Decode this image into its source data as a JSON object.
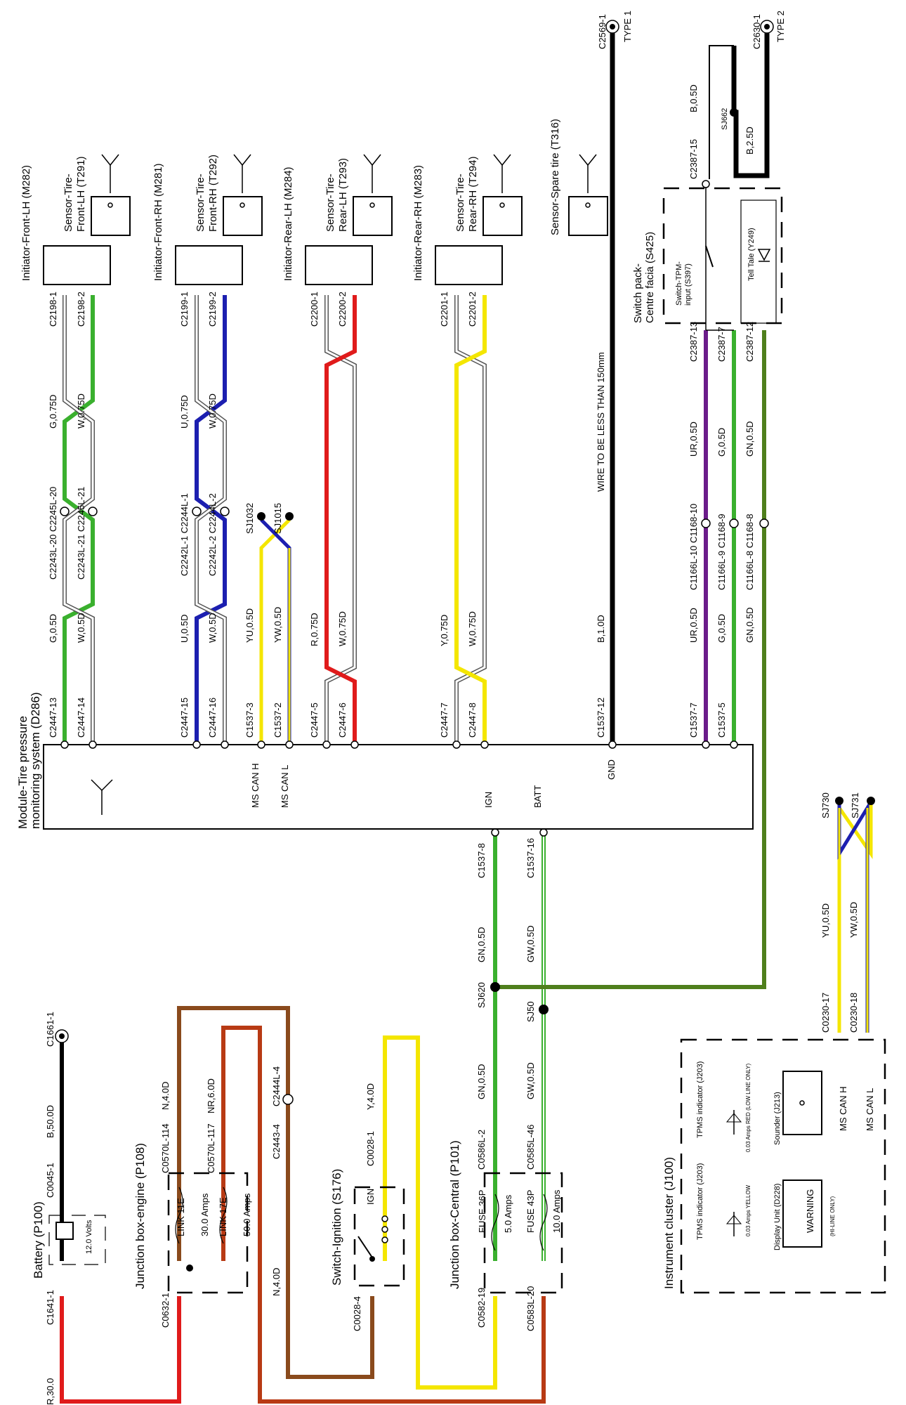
{
  "colors": {
    "red": "#e01b1b",
    "darkred": "#b83a14",
    "brown": "#8a4a1c",
    "yellow": "#f4e600",
    "green": "#3ab02e",
    "blue": "#1c1fb0",
    "purple": "#6b1c8a",
    "olive": "#4f7f1c",
    "black": "#000000",
    "white": "#ffffff"
  },
  "components": {
    "battery": "Battery (P100)",
    "battery_volts": "12.0 Volts",
    "junction_engine": "Junction box-engine (P108)",
    "link11": "LINK 11E",
    "link11_amps": "30.0 Amps",
    "link17": "LINK 17E",
    "link17_amps": "50.0 Amps",
    "ignition": "Switch-Ignition (S176)",
    "ign": "IGN",
    "junction_central": "Junction box-Central (P101)",
    "fuse36": "FUSE 36P",
    "fuse36_amps": "5.0 Amps",
    "fuse43": "FUSE 43P",
    "fuse43_amps": "10.0 Amps",
    "cluster": "Instrument cluster (J100)",
    "tpms_ind_y": "TPMS indicator (J203)",
    "tpms_ind_y_spec": "0.03 Amps YELLOW",
    "tpms_ind_r": "TPMS indicator (J203)",
    "tpms_ind_r_spec": "0.03 Amps RED (LOW LINE ONLY)",
    "display_unit": "Display Unit (D228)",
    "warning": "WARNING",
    "hi_line": "(HI-LINE ONLY)",
    "sounder": "Sounder (J213)",
    "ms_can_h": "MS CAN H",
    "ms_can_l": "MS CAN L",
    "module": "Module-Tire pressure monitoring system (D286)",
    "module_line1": "Module-Tire pressure",
    "module_line2": "monitoring system (D286)",
    "mod_ign": "IGN",
    "mod_batt": "BATT",
    "mod_gnd": "GND",
    "mod_can_h": "MS CAN H",
    "mod_can_l": "MS CAN L",
    "switch_pack1": "Switch pack-",
    "switch_pack2": "Centre facia (S425)",
    "switch_tpm1": "Switch-TPM-",
    "switch_tpm2": "input (S397)",
    "tell_tale": "Tell Tale (Y249)",
    "wire_note": "WIRE TO BE LESS THAN 150mm",
    "type1": "TYPE 1",
    "type2": "TYPE 2"
  },
  "initiators": [
    {
      "name": "Initiator-Front-LH (M282)",
      "sensor1": "Sensor-Tire-",
      "sensor2": "Front-LH (T291)"
    },
    {
      "name": "Initiator-Front-RH (M281)",
      "sensor1": "Sensor-Tire-",
      "sensor2": "Front-RH (T292)"
    },
    {
      "name": "Initiator-Rear-LH (M284)",
      "sensor1": "Sensor-Tire-",
      "sensor2": "Rear-LH (T293)"
    },
    {
      "name": "Initiator-Rear-RH (M283)",
      "sensor1": "Sensor-Tire-",
      "sensor2": "Rear-RH (T294)"
    },
    {
      "sensor1": "Sensor-Spare tire (T316)"
    }
  ],
  "connectors": {
    "c1641_1": "C1641-1",
    "c0045_1": "C0045-1",
    "c1661_1": "C1661-1",
    "c0632_1": "C0632-1",
    "c0570l_114": "C0570L-114",
    "c0570l_117": "C0570L-117",
    "c2443_4": "C2443-4",
    "c2444l_4": "C2444L-4",
    "c0028_4": "C0028-4",
    "c0028_1": "C0028-1",
    "c0582_19": "C0582-19",
    "c0583l_20": "C0583L-20",
    "c0586l_2": "C0586L-2",
    "c0585l_46": "C0585L-46",
    "c1537_8": "C1537-8",
    "c1537_16": "C1537-16",
    "sj620": "SJ620",
    "sj50": "SJ50",
    "c0230_17": "C0230-17",
    "c0230_18": "C0230-18",
    "sj730": "SJ730",
    "sj731": "SJ731",
    "c2447_13": "C2447-13",
    "c2447_14": "C2447-14",
    "c2447_15": "C2447-15",
    "c2447_16": "C2447-16",
    "c1537_3": "C1537-3",
    "c1537_2": "C1537-2",
    "c2447_5": "C2447-5",
    "c2447_6": "C2447-6",
    "c2447_7": "C2447-7",
    "c2447_8": "C2447-8",
    "c1537_12": "C1537-12",
    "c1537_7": "C1537-7",
    "c1537_5": "C1537-5",
    "c2243l_20": "C2243L-20 C2245L-20",
    "c2243l_21": "C2243L-21 C2245L-21",
    "c2242l_1": "C2242L-1 C2244L-1",
    "c2242l_2": "C2242L-2 C2244L-2",
    "sj1032": "SJ1032",
    "sj1015": "SJ1015",
    "c1166l_10": "C1166L-10 C1168-10",
    "c1166l_9": "C1166L-9 C1168-9",
    "c1166l_8": "C1166L-8 C1168-8",
    "c2198_1": "C2198-1",
    "c2198_2": "C2198-2",
    "c2199_1": "C2199-1",
    "c2199_2": "C2199-2",
    "c2200_1": "C2200-1",
    "c2200_2": "C2200-2",
    "c2201_1": "C2201-1",
    "c2201_2": "C2201-2",
    "c2387_13": "C2387-13",
    "c2387_7": "C2387-7",
    "c2387_12": "C2387-12",
    "c2387_15": "C2387-15",
    "c2569_1": "C2569-1",
    "c2630_1": "C2630-1",
    "sj662": "SJ662"
  },
  "wires": {
    "r30": "R,30.0",
    "b50": "B,50.0D",
    "n4": "N,4.0D",
    "nr6": "NR,6.0D",
    "n4b": "N,4.0D",
    "y4": "Y,4.0D",
    "gn05a": "GN,0.5D",
    "gw05a": "GW,0.5D",
    "gn05b": "GN,0.5D",
    "gw05b": "GW,0.5D",
    "yu05": "YU,0.5D",
    "yw05": "YW,0.5D",
    "g05": "G,0.5D",
    "w05": "W,0.5D",
    "g075": "G,0.75D",
    "w075a": "W,0.75D",
    "u05": "U,0.5D",
    "w05b": "W,0.5D",
    "u075": "U,0.75D",
    "w075b": "W,0.75D",
    "yu05b": "YU,0.5D",
    "yw05b": "YW,0.5D",
    "r075": "R,0.75D",
    "w075c": "W,0.75D",
    "y075": "Y,0.75D",
    "w075d": "W,0.75D",
    "b1": "B,1.0D",
    "ur05a": "UR,0.5D",
    "g05a": "G,0.5D",
    "gn05c": "GN,0.5D",
    "ur05b": "UR,0.5D",
    "g05b": "G,0.5D",
    "gn05d": "GN,0.5D",
    "b05": "B,0.5D",
    "b25": "B,2.5D"
  }
}
